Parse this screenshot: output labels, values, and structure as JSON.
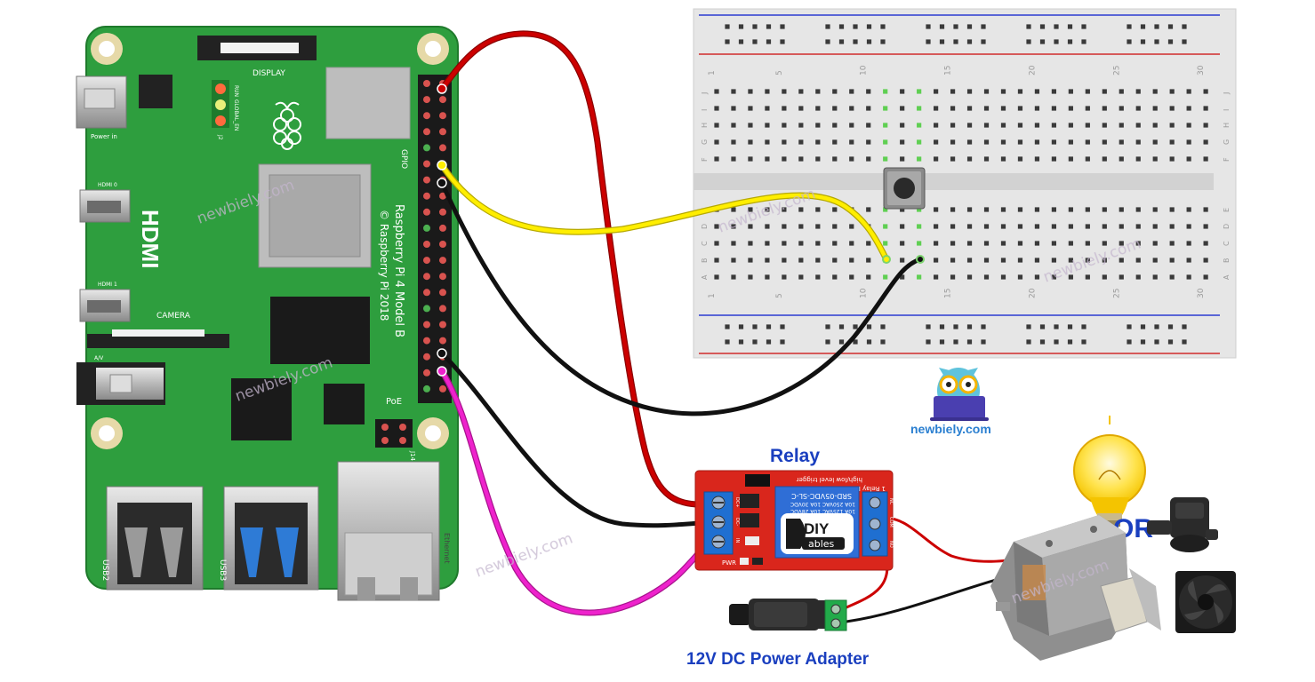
{
  "pi": {
    "display": "DISPLAY",
    "power_in": "Power in",
    "run": "RUN",
    "global_en": "GLOBAL_EN",
    "j2": "J2",
    "gpio": "GPIO",
    "hdmi0": "HDMI 0",
    "hdmi1": "HDMI 1",
    "hdmi": "HDMI",
    "camera": "CAMERA",
    "av": "A/V",
    "model": "Raspberry Pi 4 Model B",
    "copyright": "© Raspberry Pi 2018",
    "poe": "PoE",
    "j14": "J14",
    "usb2": "USB2",
    "usb3": "USB3",
    "ethernet": "Ethernet"
  },
  "breadboard": {
    "col_numbers": [
      "1",
      "5",
      "10",
      "15",
      "20",
      "25",
      "30"
    ],
    "row_letters_top": [
      "J",
      "I",
      "H",
      "G",
      "F"
    ],
    "row_letters_bottom": [
      "E",
      "D",
      "C",
      "B",
      "A"
    ]
  },
  "relay": {
    "title": "Relay",
    "board_text_1": "1 Relay Module",
    "board_text_2": "high/low level trigger",
    "coil_text_1": "SRD-05VDC-SL-C",
    "coil_text_2": "10A 250VAC 10A 30VDC",
    "coil_text_3": "10A 125VAC 10A 28VDC",
    "logo_top": "DIY",
    "logo_bottom": "ables",
    "pwr": "PWR",
    "com": "COM",
    "no": "NO",
    "nc": "NC",
    "dc": "DC+",
    "dcm": "DC-",
    "in": "IN"
  },
  "adapter": {
    "label": "12V DC Power Adapter"
  },
  "or_label": "OR",
  "brand": {
    "owl_caption": "newbiely.com",
    "watermark": "newbiely.com"
  },
  "colors": {
    "pcb": "#2e9e3e",
    "red_wire": "#cc0000",
    "yellow_wire": "#ffee00",
    "black_wire": "#111111",
    "magenta_wire": "#ee22cc",
    "relay_board": "#d9261c",
    "terminal_blue": "#1f6fd1",
    "label_blue": "#1a3fbf"
  }
}
